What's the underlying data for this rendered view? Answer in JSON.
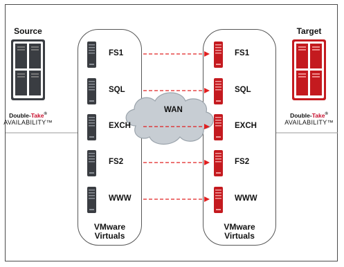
{
  "source": {
    "title": "Source",
    "brand_part1": "Double-",
    "brand_part2": "Take",
    "brand_mark": "®",
    "brand_sub": "AVAILABILITY™"
  },
  "target": {
    "title": "Target",
    "brand_part1": "Double-",
    "brand_part2": "Take",
    "brand_mark": "®",
    "brand_sub": "AVAILABILITY™"
  },
  "source_group": {
    "line1": "VMware",
    "line2": "Virtuals"
  },
  "target_group": {
    "line1": "VMware",
    "line2": "Virtuals"
  },
  "wan_label": "WAN",
  "servers": [
    "FS1",
    "SQL",
    "EXCH",
    "FS2",
    "WWW"
  ],
  "colors": {
    "source_server": "#3a3d42",
    "target_server": "#c41a1f",
    "arrow": "#e02020",
    "cloud": "#c7cdd3"
  }
}
